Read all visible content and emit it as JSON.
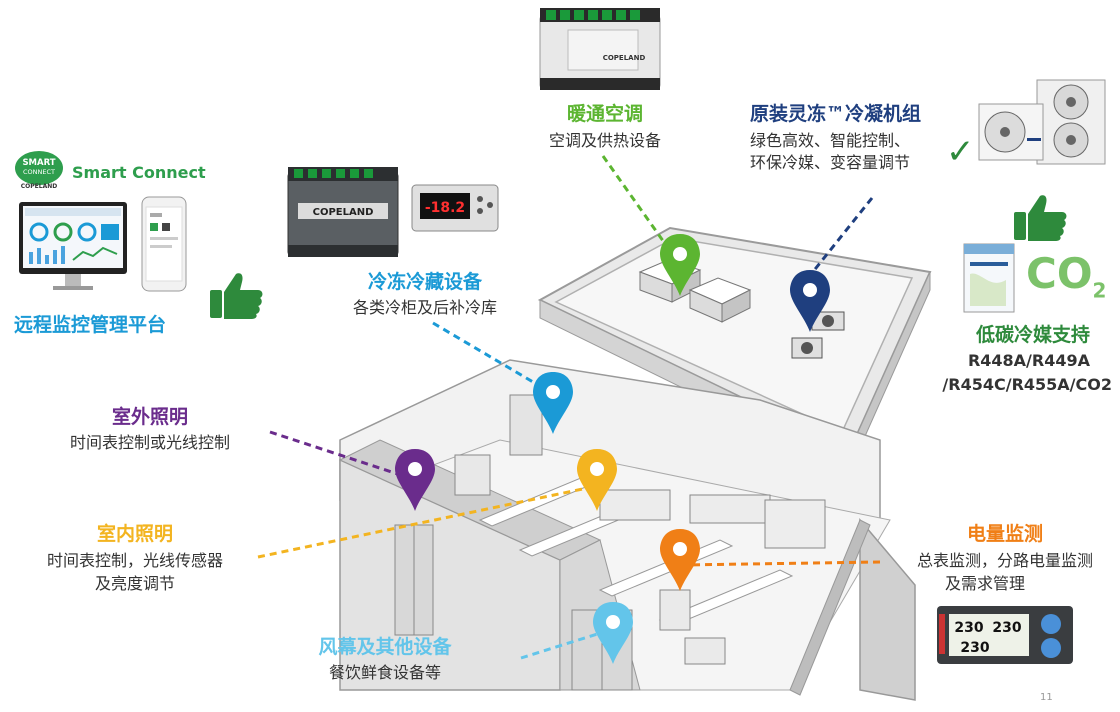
{
  "colors": {
    "hvac": "#5cb531",
    "condensing": "#1f3f7f",
    "refrigeration": "#1b9ad6",
    "outdoor": "#6a2c8c",
    "indoor": "#f3b420",
    "power": "#f07f16",
    "curtain": "#63c5ea",
    "remote": "#1b9ad6",
    "refrigerant": "#2e8a3c",
    "thumb": "#2e8a3c"
  },
  "sections": {
    "hvac": {
      "title": "暖通空调",
      "desc": "空调及供热设备"
    },
    "condensing": {
      "title": "原装灵冻™冷凝机组",
      "desc1": "绿色高效、智能控制、",
      "desc2": "环保冷媒、变容量调节"
    },
    "refrigeration": {
      "title": "冷冻冷藏设备",
      "desc": "各类冷柜及后补冷库"
    },
    "remote": {
      "title": "远程监控管理平台",
      "brand": "Smart Connect",
      "logo_line1": "SMART",
      "logo_line2": "CONNECT",
      "logo_brand": "COPELAND"
    },
    "refrigerant": {
      "title": "低碳冷媒支持",
      "desc1": "R448A/R449A",
      "desc2": "/R454C/R455A/CO2",
      "co2_label": "CO",
      "co2_sub": "2"
    },
    "outdoor": {
      "title": "室外照明",
      "desc": "时间表控制或光线控制"
    },
    "indoor": {
      "title": "室内照明",
      "desc1": "时间表控制，光线传感器",
      "desc2": "及亮度调节"
    },
    "power": {
      "title": "电量监测",
      "desc1": "总表监测，分路电量监测",
      "desc2": "及需求管理"
    },
    "curtain": {
      "title": "风幕及其他设备",
      "desc": "餐饮鲜食设备等"
    }
  },
  "devices": {
    "controller_brand": "COPELAND",
    "hvac_controller_brand": "COPELAND",
    "display_value": "-18.2",
    "meter_value1": "230",
    "meter_value2": "230",
    "meter_value3": "230"
  },
  "page_number": "11"
}
